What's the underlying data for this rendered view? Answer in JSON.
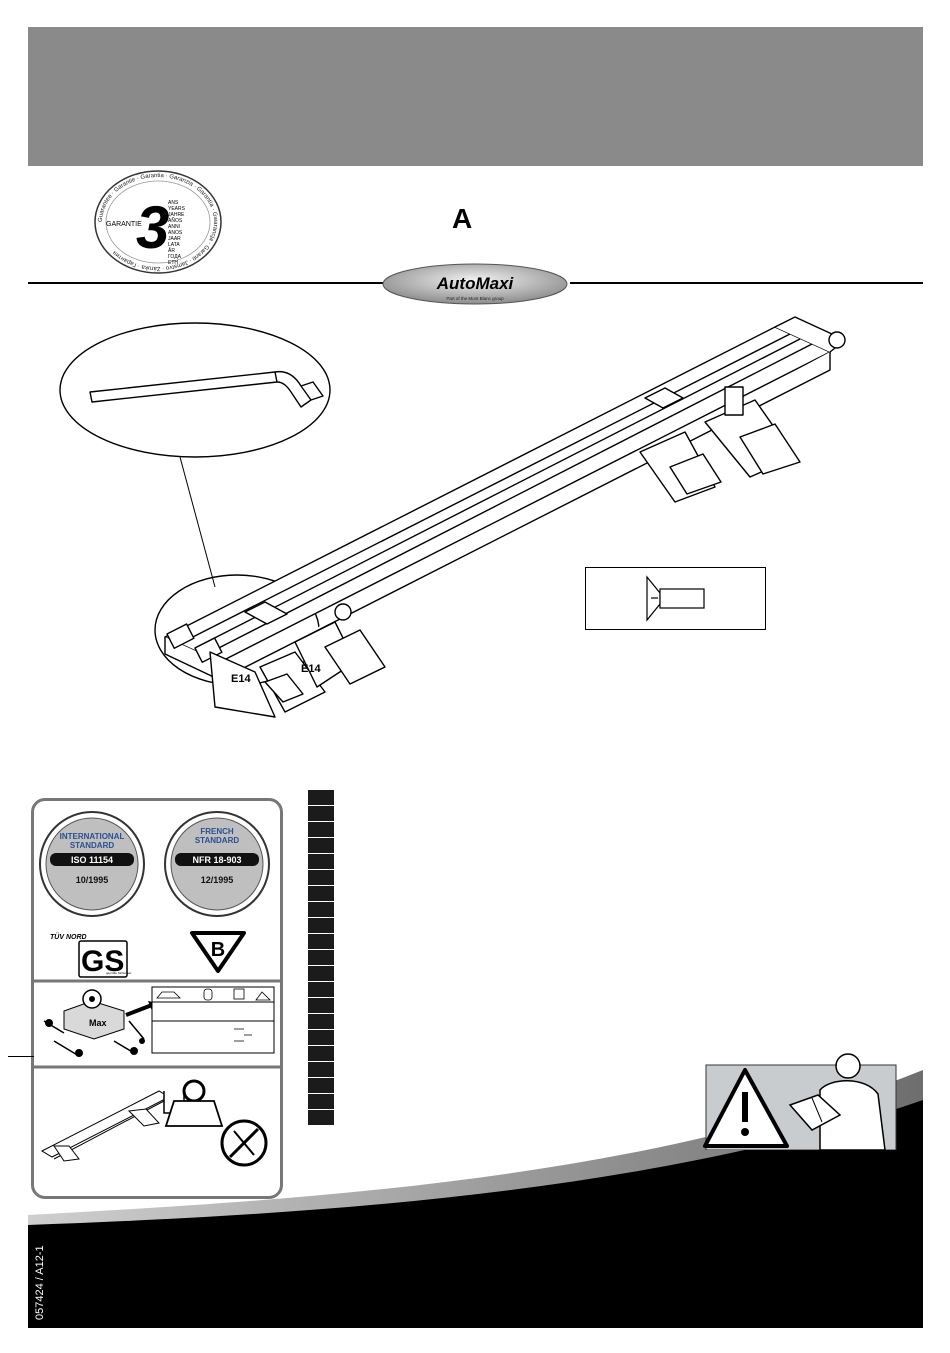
{
  "model": {
    "letter": "A"
  },
  "guarantee_seal": {
    "number": "3",
    "ring_text": "Guarantee · Garantie · Garantia · Garanzia · Garantía · Gwarancja · Garanti · Jamstvo · Záruka · Гарантия",
    "center_label": "GARANTIE",
    "years_words": [
      "ANS",
      "YEARS",
      "JAHRE",
      "AÑOS",
      "ANNI",
      "ANOS",
      "JAAR",
      "LATA",
      "ÅR",
      "ГОДА",
      "ETH"
    ]
  },
  "brand": {
    "logo_text": "AutoMaxi",
    "tagline": "Part of the Mont Blanc group"
  },
  "certifications": {
    "iso": {
      "heading": "INTERNATIONAL STANDARD",
      "code": "ISO 11154",
      "date": "10/1995"
    },
    "nfr": {
      "heading": "FRENCH STANDARD",
      "code": "NFR 18-903",
      "date": "12/1995"
    },
    "tuv": {
      "label": "TÜV NORD",
      "mark": "GS",
      "sub": "geprüfte Sicherheit"
    },
    "b_mark": "B"
  },
  "load_panel": {
    "max_label": "Max"
  },
  "document_code": "057424 / A12-1",
  "language_boxes": 21
}
